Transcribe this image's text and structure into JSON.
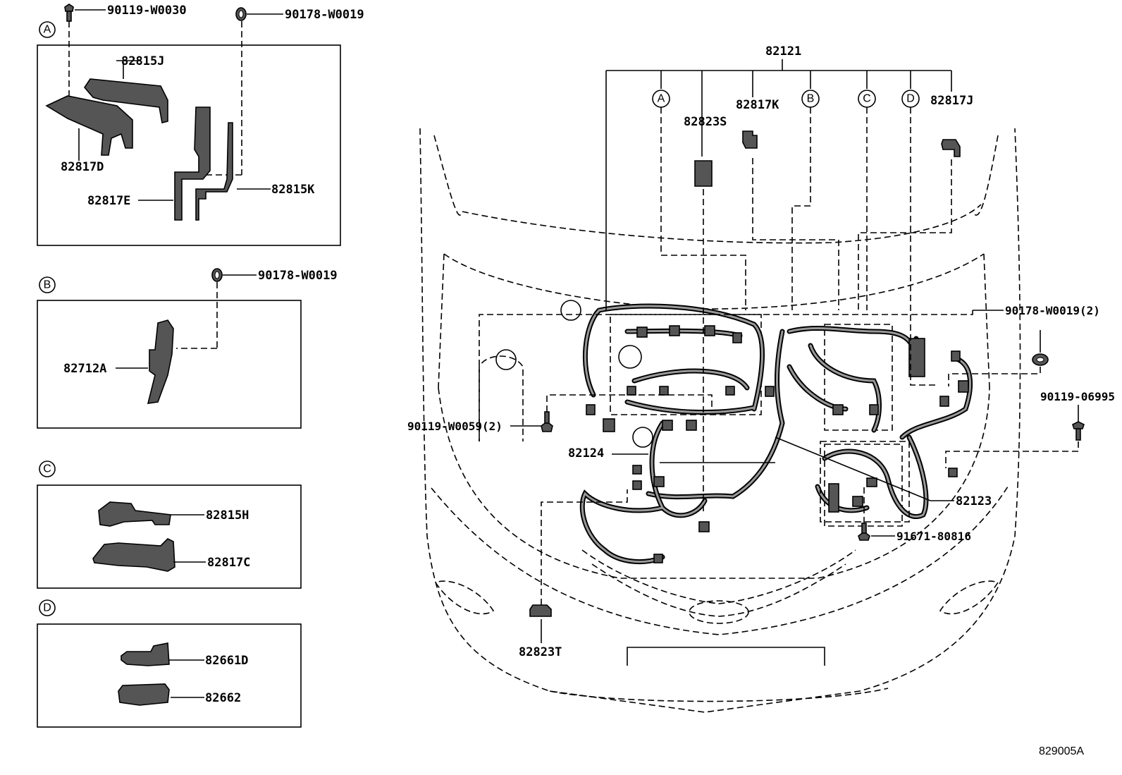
{
  "callouts": {
    "A": "A",
    "B": "B",
    "C": "C",
    "D": "D"
  },
  "panelA": {
    "bolt": "90119-W0030",
    "clip": "90178-W0019",
    "p1": "82815J",
    "p2": "82817D",
    "p3": "82817E",
    "p4": "82815K"
  },
  "panelB": {
    "clip": "90178-W0019",
    "p1": "82712A"
  },
  "panelC": {
    "p1": "82815H",
    "p2": "82817C"
  },
  "panelD": {
    "p1": "82661D",
    "p2": "82662"
  },
  "main": {
    "top": "82121",
    "k": "82817K",
    "s": "82823S",
    "j": "82817J",
    "clip2": "90178-W0019(2)",
    "bolt_r": "90119-06995",
    "bolt_l": "90119-W0059(2)",
    "h124": "82124",
    "h123": "82123",
    "screw": "91671-80816",
    "t": "82823T"
  },
  "ref_code": "829005A"
}
